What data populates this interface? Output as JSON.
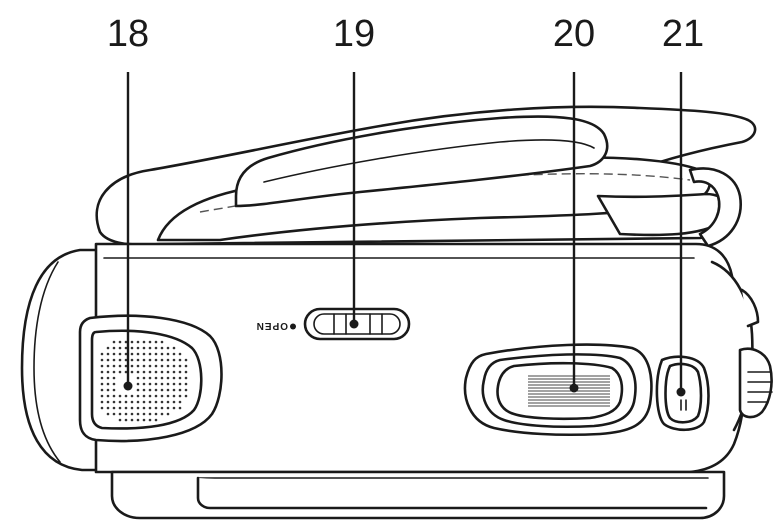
{
  "callouts": [
    {
      "number": "18"
    },
    {
      "number": "19"
    },
    {
      "number": "20"
    },
    {
      "number": "21"
    }
  ],
  "labels": {
    "open_mark": "OPEN"
  },
  "icons": [
    "microphone-grille-icon",
    "open-slide-switch-icon",
    "zoom-lever-icon",
    "photo-shot-button-icon"
  ]
}
